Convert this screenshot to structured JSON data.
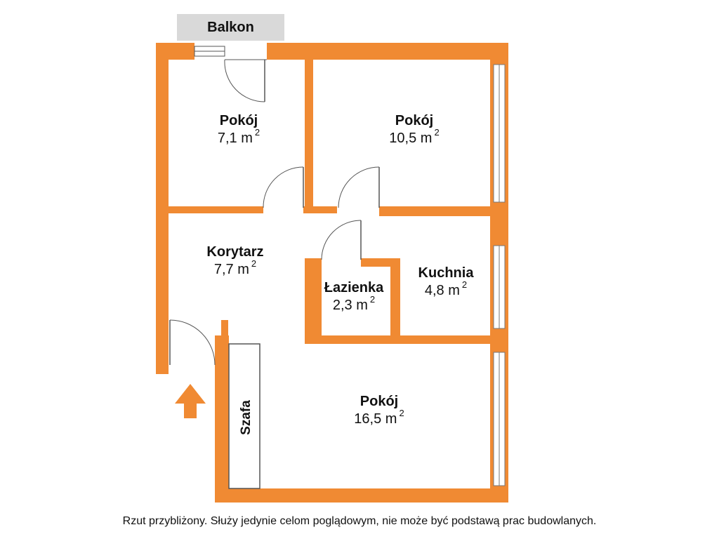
{
  "balcony": {
    "label": "Balkon"
  },
  "rooms": [
    {
      "id": "pokoj-1",
      "name": "Pokój",
      "area": "7,1 m",
      "unit_sup": "2"
    },
    {
      "id": "pokoj-2",
      "name": "Pokój",
      "area": "10,5 m",
      "unit_sup": "2"
    },
    {
      "id": "korytarz",
      "name": "Korytarz",
      "area": "7,7 m",
      "unit_sup": "2"
    },
    {
      "id": "lazienka",
      "name": "Łazienka",
      "area": "2,3 m",
      "unit_sup": "2"
    },
    {
      "id": "kuchnia",
      "name": "Kuchnia",
      "area": "4,8 m",
      "unit_sup": "2"
    },
    {
      "id": "pokoj-3",
      "name": "Pokój",
      "area": "16,5 m",
      "unit_sup": "2"
    }
  ],
  "wardrobe": {
    "label": "Szafa"
  },
  "entrance": {
    "icon": "entrance-arrow-icon"
  },
  "disclaimer": "Rzut przybliżony. Służy jedynie celom poglądowym, nie może być podstawą prac budowlanych.",
  "colors": {
    "wall": "#f08a33",
    "balcony": "#d9d9d9",
    "window": "#ffffff",
    "stroke": "#555555"
  }
}
